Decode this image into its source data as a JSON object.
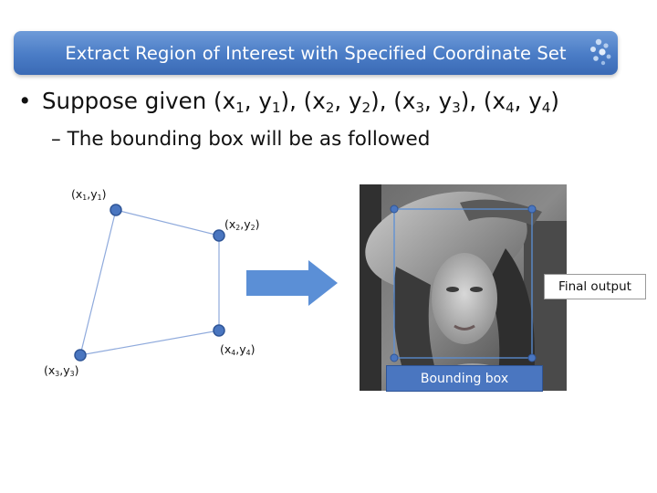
{
  "slide": {
    "title": "Extract Region of Interest with Specified Coordinate Set",
    "bullet_symbol": "•",
    "bullet_prefix": "Suppose given (x",
    "bullet_s1": "1",
    "bullet_t1": ", y",
    "bullet_s2": "1",
    "bullet_t2": "), (x",
    "bullet_s3": "2",
    "bullet_t3": ", y",
    "bullet_s4": "2",
    "bullet_t4": "), (x",
    "bullet_s5": "3",
    "bullet_t5": ", y",
    "bullet_s6": "3",
    "bullet_t6": "), (x",
    "bullet_s7": "4",
    "bullet_t7": ", y",
    "bullet_s8": "4",
    "bullet_t8": ")",
    "sub_bullet": "– The bounding box will be as followed"
  },
  "points": [
    {
      "x": "x",
      "y": "y",
      "sub": "1"
    },
    {
      "x": "x",
      "y": "y",
      "sub": "2"
    },
    {
      "x": "x",
      "y": "y",
      "sub": "3"
    },
    {
      "x": "x",
      "y": "y",
      "sub": "4"
    }
  ],
  "labels": {
    "final_output": "Final output",
    "bounding_box": "Bounding box"
  },
  "colors": {
    "accent": "#4a7cc6",
    "point_fill": "#4a76c0",
    "point_stroke": "#2f5597",
    "line": "#8faadc",
    "arrow": "#5b8fd6"
  }
}
